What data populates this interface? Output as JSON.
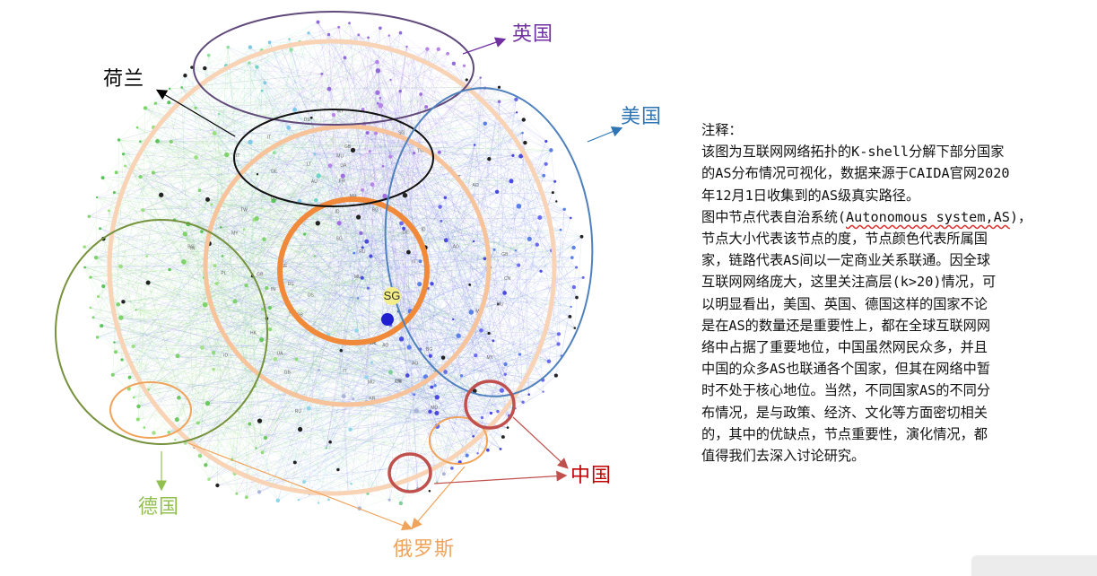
{
  "countries": {
    "uk": {
      "label": "英国",
      "color": "#7030a0"
    },
    "usa": {
      "label": "美国",
      "color": "#2e75b6"
    },
    "netherlands": {
      "label": "荷兰",
      "color": "#000000"
    },
    "germany": {
      "label": "德国",
      "color": "#92c050"
    },
    "russia": {
      "label": "俄罗斯",
      "color": "#f0a35a"
    },
    "china": {
      "label": "中国",
      "color": "#c00000"
    }
  },
  "center_label": "SG",
  "node_codes": [
    "CH",
    "CN",
    "GB",
    "MY",
    "AO",
    "AU",
    "SG",
    "ID",
    "DE",
    "DS",
    "IT",
    "MU",
    "BG",
    "LT",
    "RU",
    "NL",
    "SE",
    "BR",
    "IE",
    "FR",
    "UA",
    "PL",
    "JP",
    "KR",
    "HK",
    "TW",
    "IN",
    "CA",
    "US"
  ],
  "note": {
    "title": "注释：",
    "paragraph1": [
      "该图为互联网网络拓扑的K-shell分解下部分国家",
      "的AS分布情况可视化，数据来源于CAIDA官网2020",
      "年12月1日收集到的AS级真实路径。"
    ],
    "paragraph2_line1_prefix": "图中节点代表自治系统(",
    "paragraph2_line1_marked": "Autonomous system,AS",
    "paragraph2_line1_suffix": ")，",
    "paragraph2": [
      "节点大小代表该节点的度，节点颜色代表所属国",
      "家，链路代表AS间以一定商业关系联通。因全球",
      "互联网网络庞大，这里关注高层(k>20)情况，可",
      "以明显看出，美国、英国、德国这样的国家不论",
      "是在AS的数量还是重要性上，都在全球互联网网",
      "络中占据了重要地位，中国虽然网民众多，并且",
      "中国的众多AS也联通各个国家，但其在网络中暂",
      "时不处于核心地位。当然，不同国家AS的不同分",
      "布情况，是与政策、经济、文化等方面密切相关",
      "的，其中的优缺点，节点重要性，演化情况，都",
      "值得我们去深入讨论研究。"
    ]
  }
}
